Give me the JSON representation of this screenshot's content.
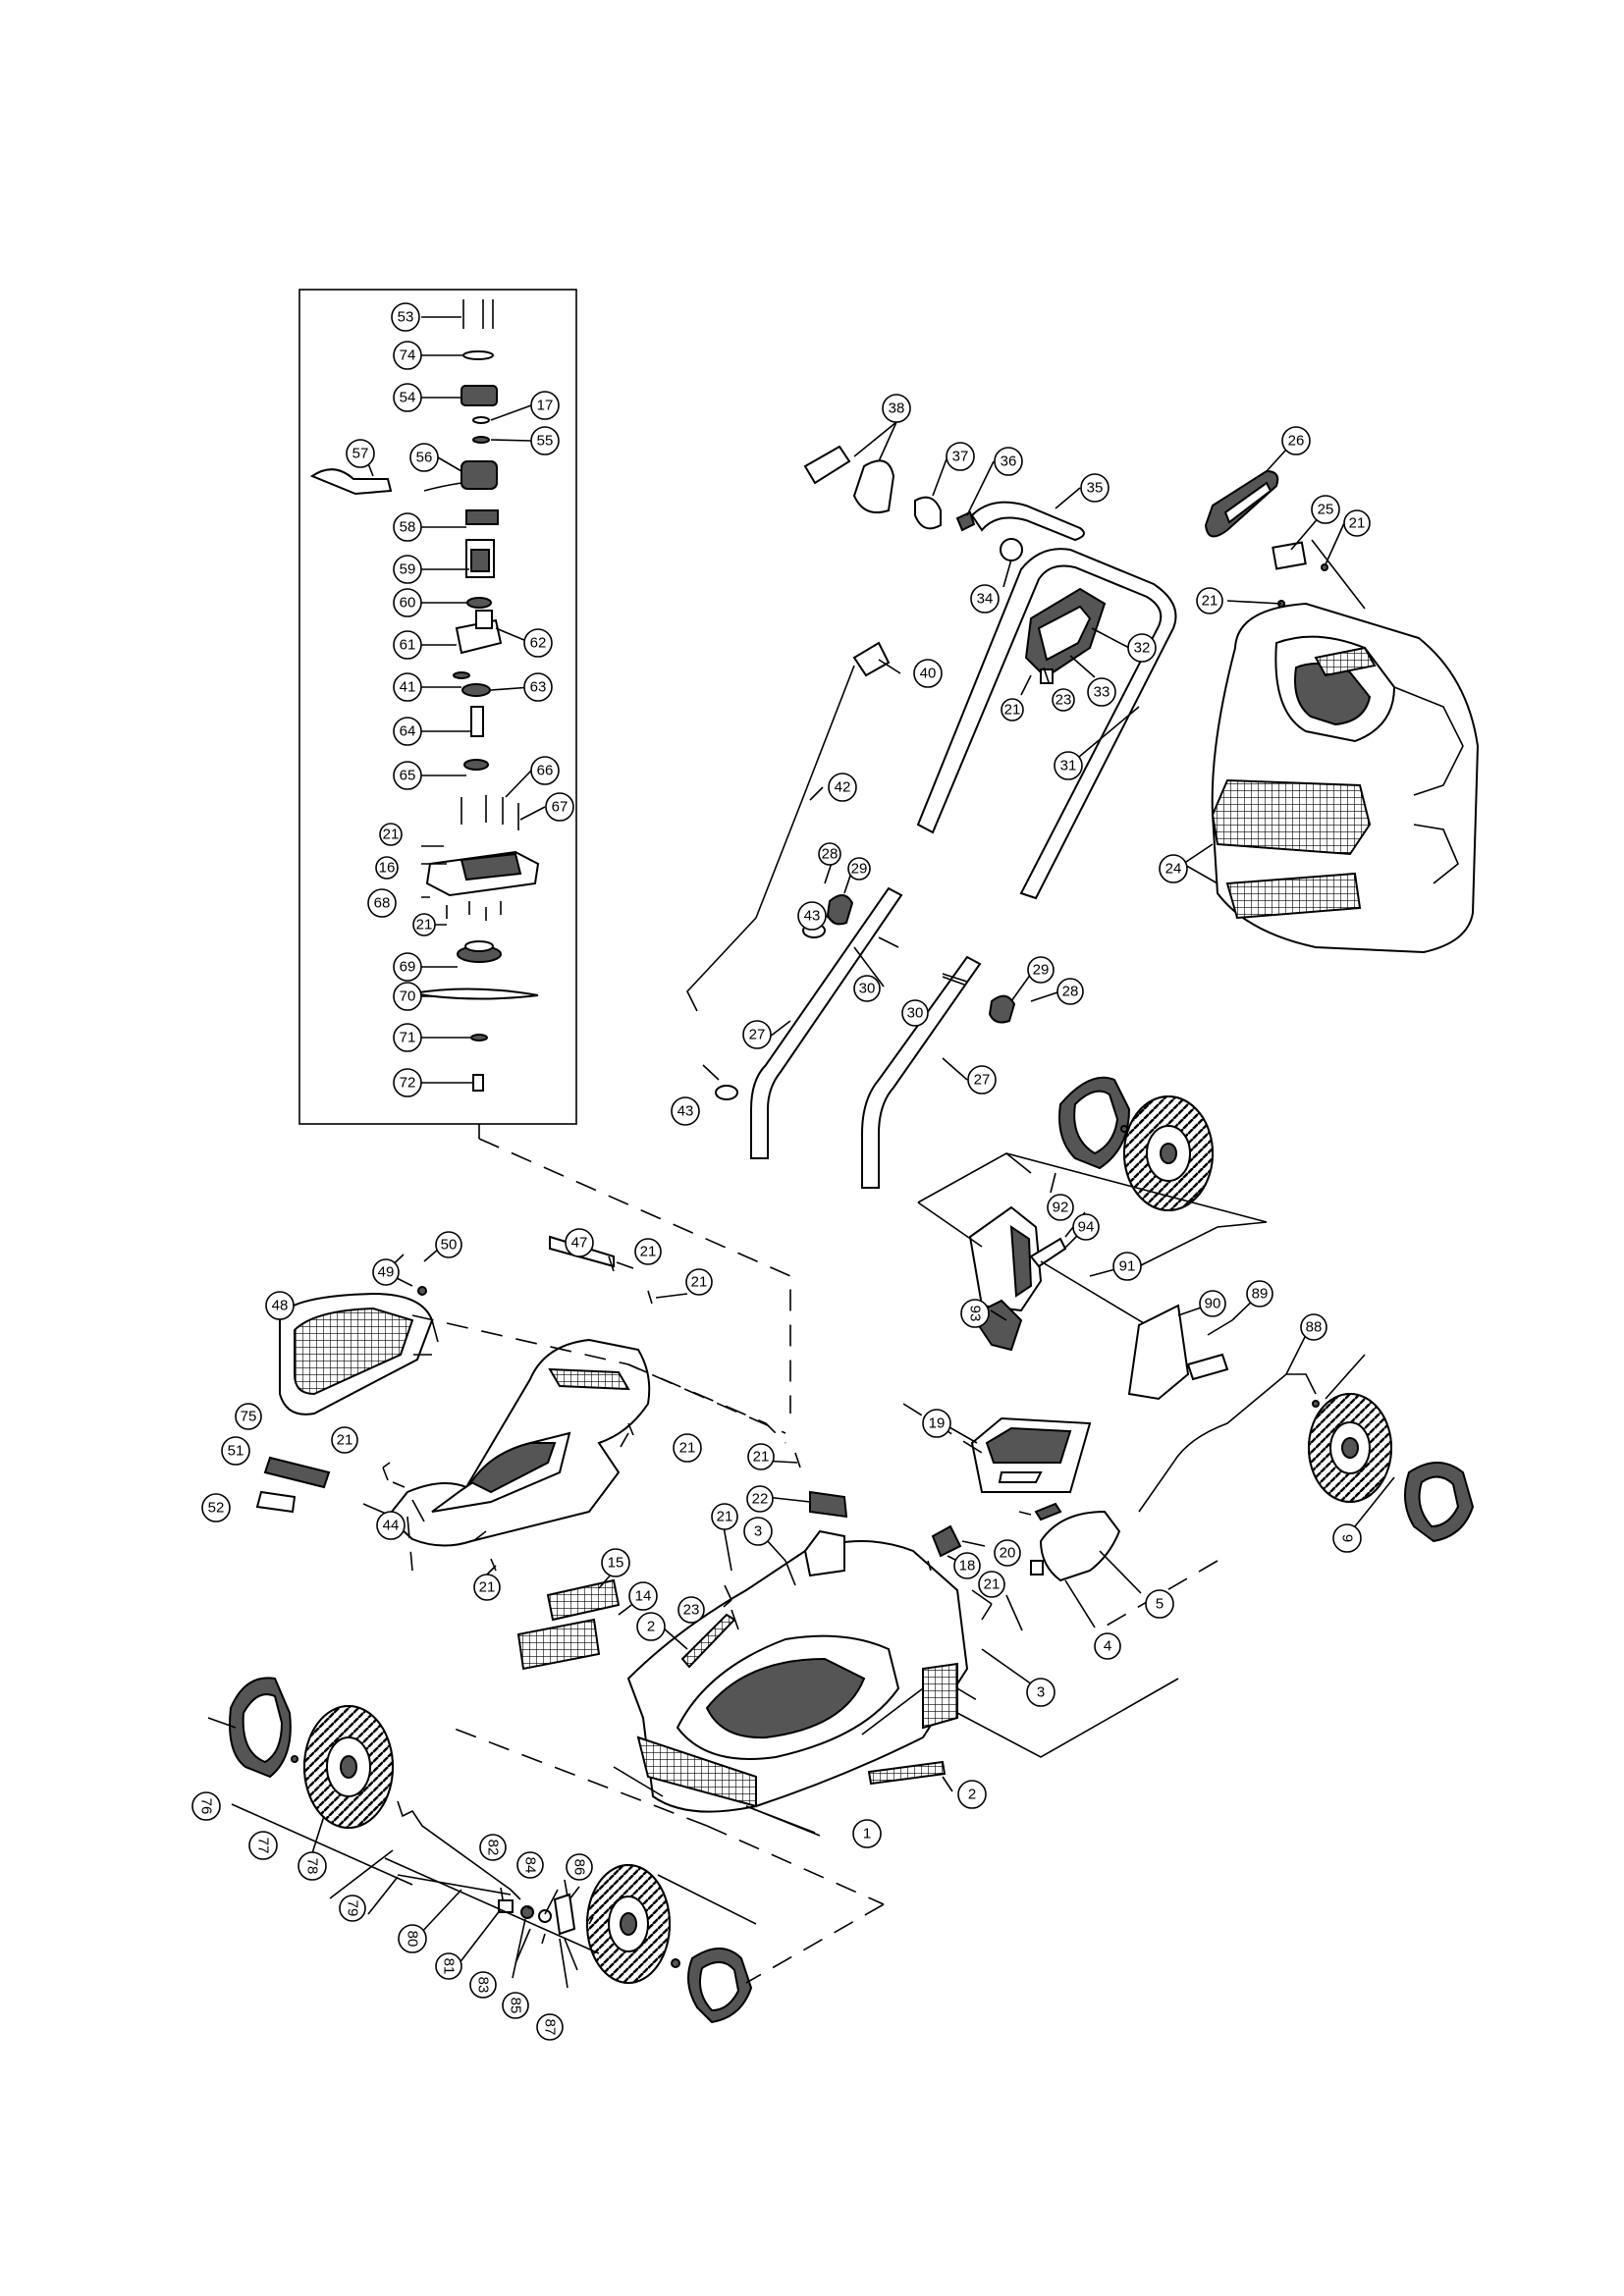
{
  "diagram": {
    "callout_labels": {
      "c53": "53",
      "c74": "74",
      "c54": "54",
      "c17": "17",
      "c55": "55",
      "c57": "57",
      "c56": "56",
      "c58": "58",
      "c59": "59",
      "c60": "60",
      "c61": "61",
      "c62": "62",
      "c41": "41",
      "c63": "63",
      "c64": "64",
      "c65": "65",
      "c66": "66",
      "c21a": "21",
      "c67": "67",
      "c16": "16",
      "c68": "68",
      "c21b": "21",
      "c69": "69",
      "c70": "70",
      "c71": "71",
      "c72": "72",
      "c38": "38",
      "c37": "37",
      "c36": "36",
      "c35": "35",
      "c34": "34",
      "c32": "32",
      "c33": "33",
      "c23a": "23",
      "c21c": "21",
      "c40": "40",
      "c42": "42",
      "c31": "31",
      "c28a": "28",
      "c29a": "29",
      "c43a": "43",
      "c30a": "30",
      "c30b": "30",
      "c29b": "29",
      "c28b": "28",
      "c27a": "27",
      "c27b": "27",
      "c43b": "43",
      "c26": "26",
      "c25": "25",
      "c21d": "21",
      "c21e": "21",
      "c24": "24",
      "c92": "92",
      "c94": "94",
      "c91": "91",
      "c90": "90",
      "c89": "89",
      "c93": "93",
      "c88": "88",
      "c9": "9",
      "c19": "19",
      "c20": "20",
      "c21f": "21",
      "c18": "18",
      "c5": "5",
      "c4": "4",
      "c3a": "3",
      "c3b": "3",
      "c47": "47",
      "c21g": "21",
      "c21h": "21",
      "c49": "49",
      "c50": "50",
      "c48": "48",
      "c75": "75",
      "c51": "51",
      "c52": "52",
      "c21i": "21",
      "c21j": "21",
      "c44": "44",
      "c21k": "21",
      "c21l": "21",
      "c22": "22",
      "c21m": "21",
      "c15": "15",
      "c14": "14",
      "c23b": "23",
      "c2a": "2",
      "c2b": "2",
      "c1": "1",
      "c76": "76",
      "c77": "77",
      "c78": "78",
      "c79": "79",
      "c80": "80",
      "c81": "81",
      "c82": "82",
      "c83": "83",
      "c84": "84",
      "c85": "85",
      "c86": "86",
      "c87": "87"
    }
  }
}
